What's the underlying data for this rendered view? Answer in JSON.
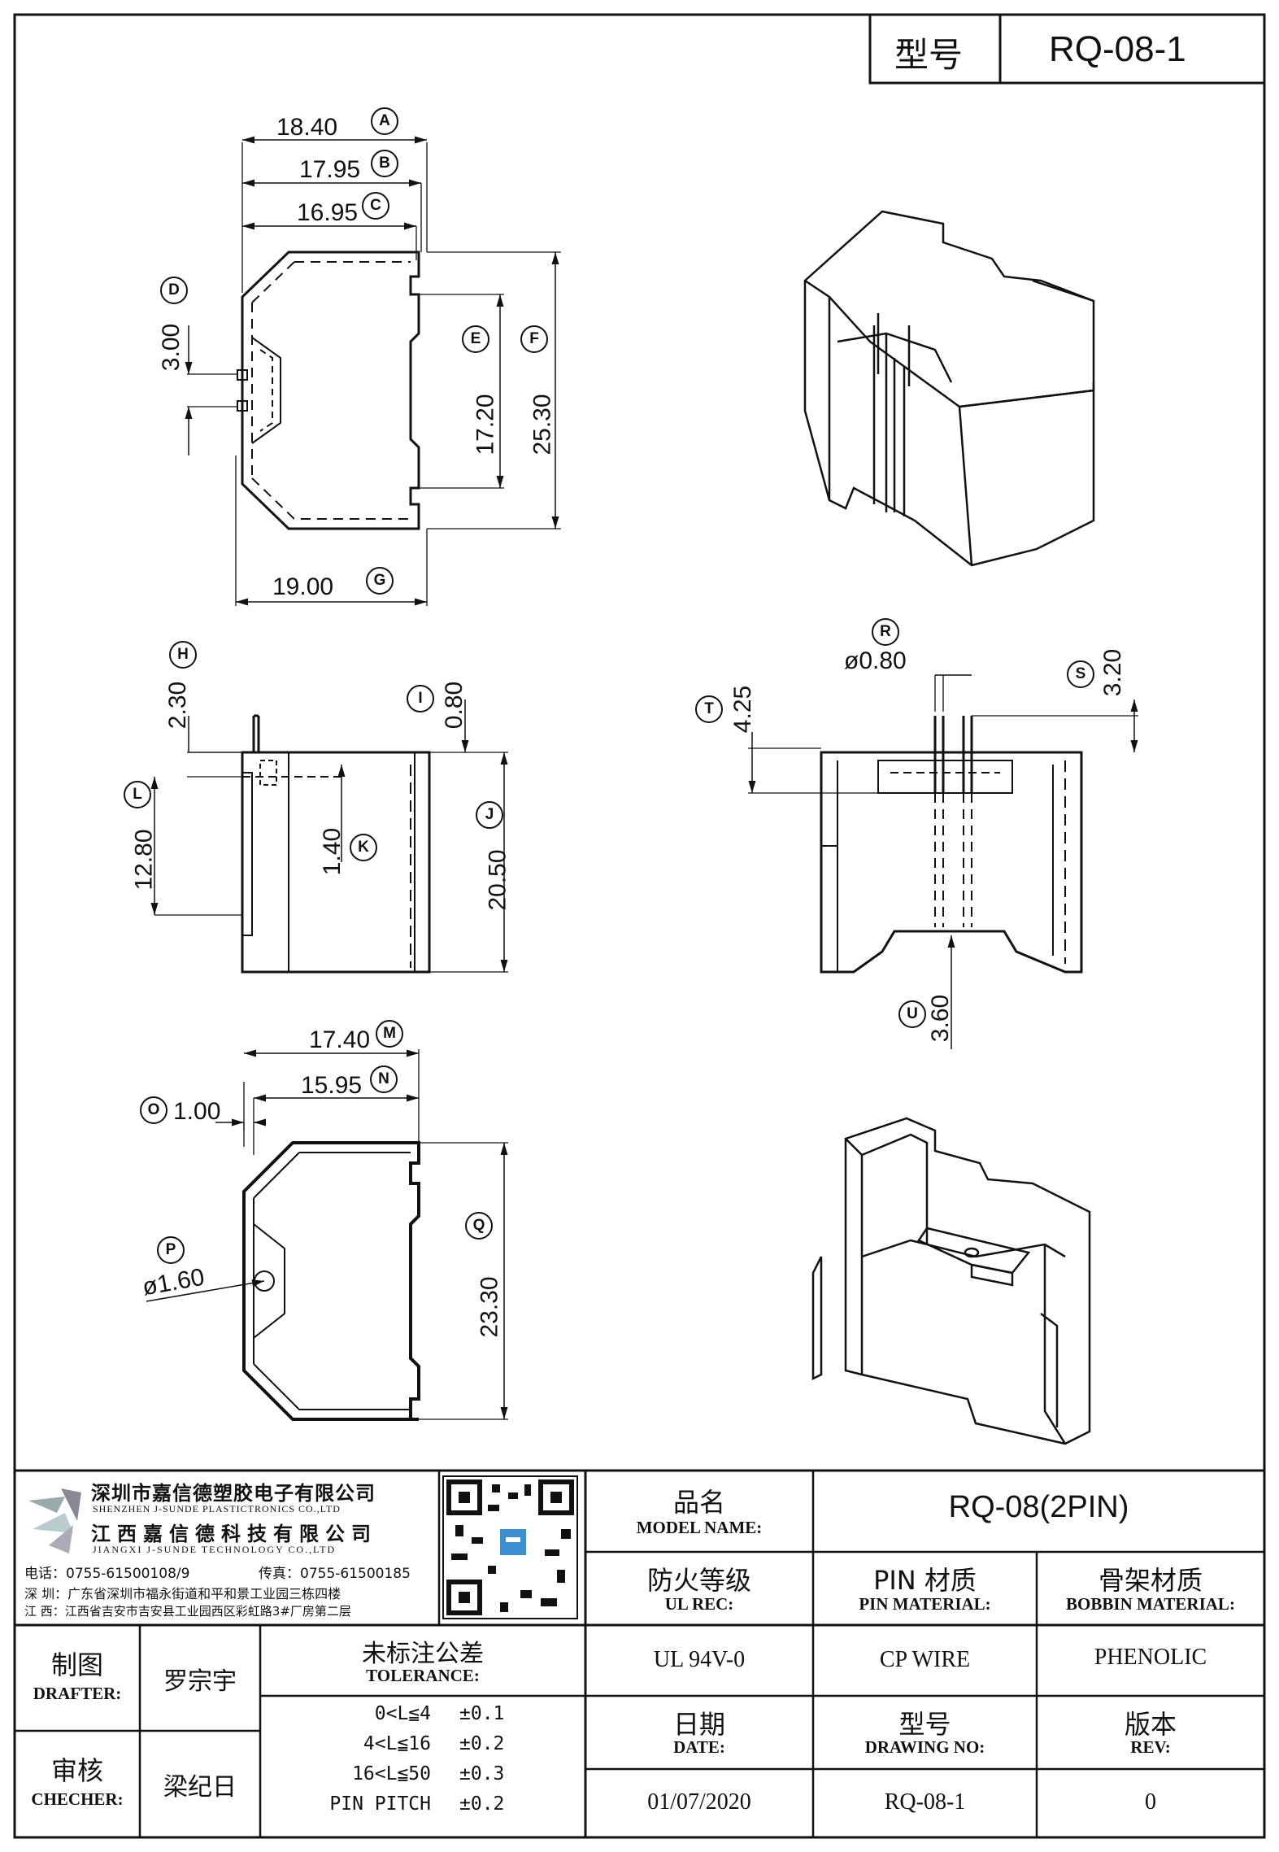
{
  "header": {
    "model_label": "型号",
    "model_value": "RQ-08-1"
  },
  "dimensions": {
    "top_view": {
      "A": {
        "label": "A",
        "value": "18.40"
      },
      "B": {
        "label": "B",
        "value": "17.95"
      },
      "C": {
        "label": "C",
        "value": "16.95"
      },
      "D": {
        "label": "D",
        "value": "3.00"
      },
      "E": {
        "label": "E",
        "value": "17.20"
      },
      "F": {
        "label": "F",
        "value": "25.30"
      },
      "G": {
        "label": "G",
        "value": "19.00"
      }
    },
    "side_view": {
      "H": {
        "label": "H",
        "value": "2.30"
      },
      "I": {
        "label": "I",
        "value": "0.80"
      },
      "J": {
        "label": "J",
        "value": "20.50"
      },
      "K": {
        "label": "K",
        "value": "1.40"
      },
      "L": {
        "label": "L",
        "value": "12.80"
      }
    },
    "front_view": {
      "R": {
        "label": "R",
        "value": "ø0.80"
      },
      "S": {
        "label": "S",
        "value": "3.20"
      },
      "T": {
        "label": "T",
        "value": "4.25"
      },
      "U": {
        "label": "U",
        "value": "3.60"
      }
    },
    "bottom_view": {
      "M": {
        "label": "M",
        "value": "17.40"
      },
      "N": {
        "label": "N",
        "value": "15.95"
      },
      "O": {
        "label": "O",
        "value": "1.00"
      },
      "P": {
        "label": "P",
        "value": "ø1.60"
      },
      "Q": {
        "label": "Q",
        "value": "23.30"
      }
    }
  },
  "company": {
    "name_sz": "深圳市嘉信德塑胶电子有限公司",
    "name_sz_en": "SHENZHEN J-SUNDE PLASTICTRONICS CO.,LTD",
    "name_jx": "江西嘉信德科技有限公司",
    "name_jx_en": "JIANGXI J-SUNDE TECHNOLOGY CO.,LTD",
    "tel": "电话：0755-61500108/9",
    "fax": "传真：0755-61500185",
    "addr_sz": "深 圳：广东省深圳市福永街道和平和景工业园三栋四楼",
    "addr_jx": "江 西：江西省吉安市吉安县工业园西区彩虹路3#厂房第二层"
  },
  "title_block": {
    "model_name_cn": "品名",
    "model_name_en": "MODEL NAME:",
    "model_name_value": "RQ-08(2PIN)",
    "ul_cn": "防火等级",
    "ul_en": "UL REC:",
    "ul_value": "UL 94V-0",
    "pin_cn": "PIN 材质",
    "pin_en": "PIN MATERIAL:",
    "pin_value": "CP WIRE",
    "bobbin_cn": "骨架材质",
    "bobbin_en": "BOBBIN MATERIAL:",
    "bobbin_value": "PHENOLIC",
    "date_cn": "日期",
    "date_en": "DATE:",
    "date_value": "01/07/2020",
    "drawing_cn": "型号",
    "drawing_en": "DRAWING NO:",
    "drawing_value": "RQ-08-1",
    "rev_cn": "版本",
    "rev_en": "REV:",
    "rev_value": "0",
    "drafter_cn": "制图",
    "drafter_en": "DRAFTER:",
    "drafter_value": "罗宗宇",
    "checker_cn": "审核",
    "checker_en": "CHECHER:",
    "checker_value": "梁纪日",
    "tolerance_cn": "未标注公差",
    "tolerance_en": "TOLERANCE:",
    "tolerances": [
      {
        "range": "0<L≦4",
        "tol": "±0.1"
      },
      {
        "range": "4<L≦16",
        "tol": "±0.2"
      },
      {
        "range": "16<L≦50",
        "tol": "±0.3"
      },
      {
        "range": "PIN PITCH",
        "tol": "±0.2"
      }
    ]
  }
}
